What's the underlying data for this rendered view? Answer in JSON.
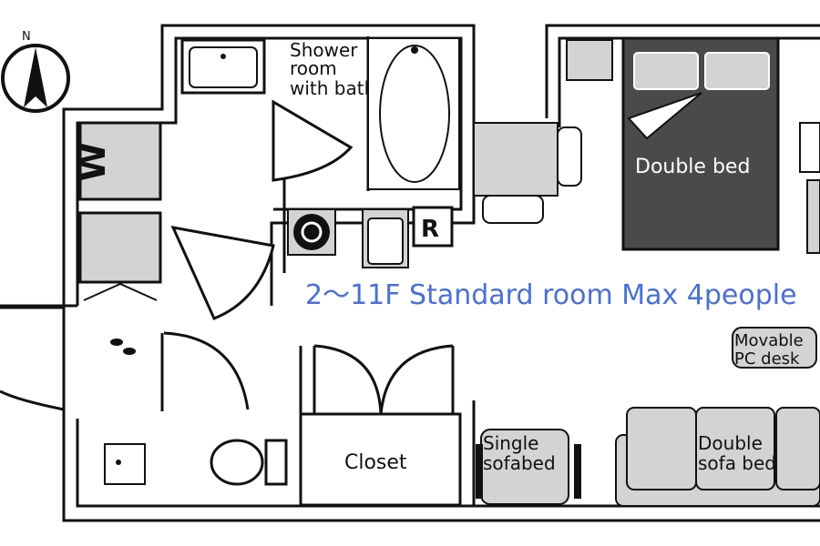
{
  "compass": {
    "north_label": "N"
  },
  "rooms": {
    "shower": {
      "line1": "Shower",
      "line2": "room",
      "line3": "with bathtub"
    },
    "washer_mark": "W",
    "fridge_mark": "R",
    "bed_label": "Double bed",
    "closet_label": "Closet",
    "single_sofabed": {
      "line1": "Single",
      "line2": "sofabed"
    },
    "double_sofabed": {
      "line1": "Double",
      "line2": "sofa bed"
    },
    "pc_desk": {
      "line1": "Movable",
      "line2": "PC desk"
    }
  },
  "title": "2〜11F Standard room Max 4people",
  "colors": {
    "title": "#4a6fd8",
    "wall": "#111111",
    "wall_fill": "#ffffff",
    "fixture_gray": "#d3d3d3",
    "bed_dark": "#4a4a4a"
  }
}
